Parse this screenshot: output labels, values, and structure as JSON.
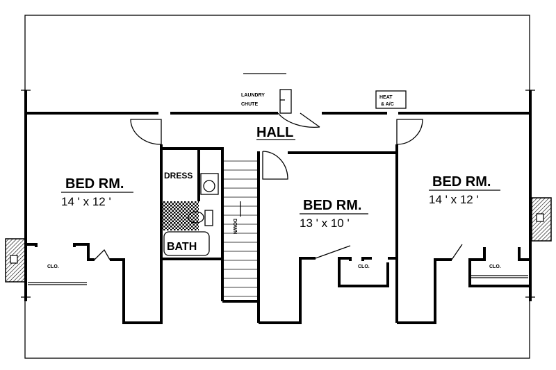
{
  "labels": {
    "hall": "HALL",
    "laundry_line1": "LAUNDRY",
    "laundry_line2": "CHUTE",
    "heat_line1": "HEAT",
    "heat_line2": "& A/C",
    "dress": "DRESS",
    "bath": "BATH",
    "down": "DOWN",
    "closet": "CLO."
  },
  "rooms": [
    {
      "name": "BED RM.",
      "size": "14 ' x 12 '"
    },
    {
      "name": "BED RM.",
      "size": "13 ' x 10 '"
    },
    {
      "name": "BED RM.",
      "size": "14 ' x 12 '"
    }
  ]
}
